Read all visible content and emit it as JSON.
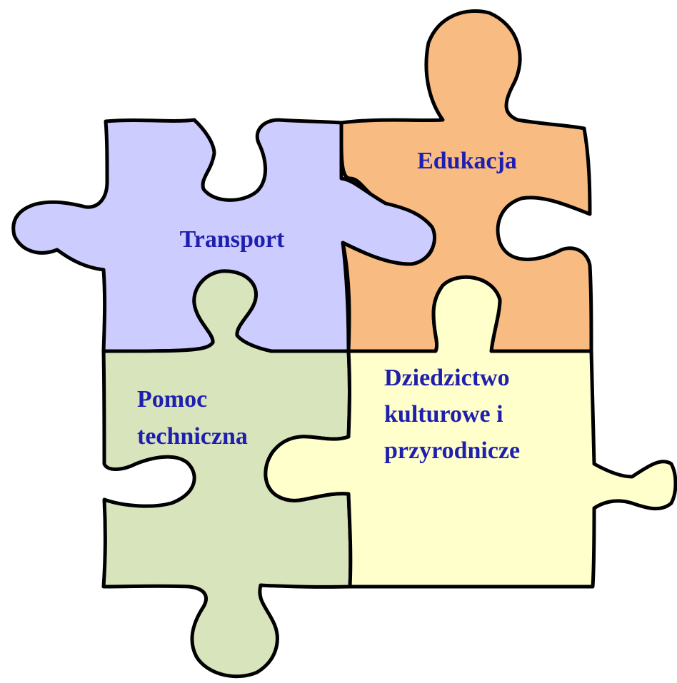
{
  "pieces": {
    "transport": {
      "label": [
        "Transport"
      ],
      "color": "#CCCCFF"
    },
    "edukacja": {
      "label": [
        "Edukacja"
      ],
      "color": "#F8BB82"
    },
    "pomoc": {
      "label": [
        "Pomoc",
        "techniczna"
      ],
      "color": "#D8E4BC"
    },
    "dziedzictwo": {
      "label": [
        "Dziedzictwo",
        "kulturowe i",
        "przyrodnicze"
      ],
      "color": "#FFFFCC"
    }
  },
  "colors": {
    "text": "#1F1FAF",
    "outline": "#000000"
  }
}
